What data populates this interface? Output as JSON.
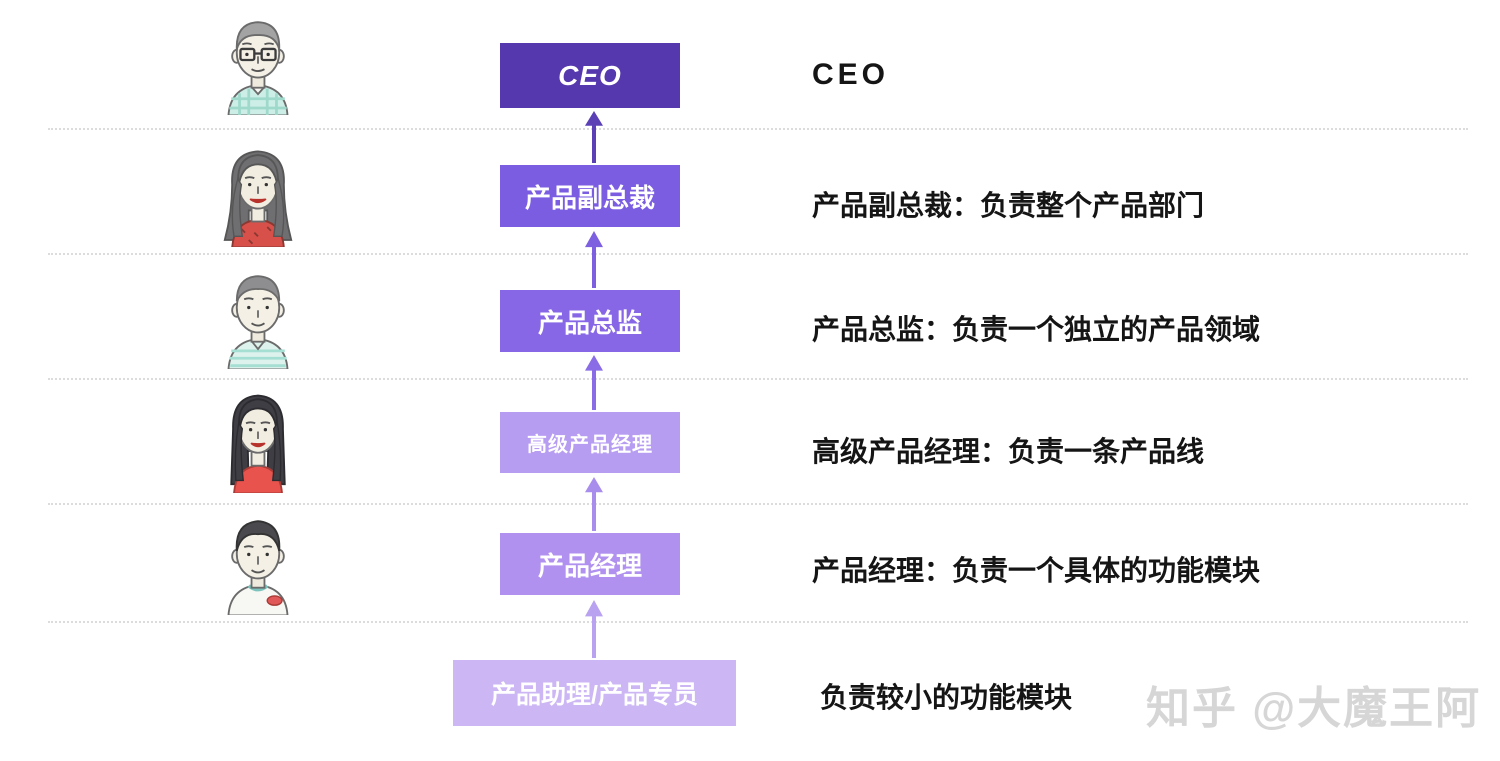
{
  "page": {
    "background_color": "#ffffff",
    "divider_color": "#dcdcdc"
  },
  "watermark": {
    "text": "知乎 @大魔王阿",
    "color": "#d6d6d6"
  },
  "ladder": {
    "rows": [
      {
        "level": "ceo",
        "box_label": "CEO",
        "box_color": "#5538ae",
        "box_text_color": "#ffffff",
        "description": "CEO",
        "avatar": "man-gray-hair-glasses-plaid-shirt",
        "arrow_color": null
      },
      {
        "level": "vp-of-product",
        "box_label": "产品副总裁",
        "box_color": "#7b5de2",
        "box_text_color": "#ffffff",
        "description": "产品副总裁：负责整个产品部门",
        "avatar": "woman-wavy-gray-hair-red-top",
        "arrow_color": "#5b40b5"
      },
      {
        "level": "product-director",
        "box_label": "产品总监",
        "box_color": "#8767e6",
        "box_text_color": "#ffffff",
        "description": "产品总监：负责一个独立的产品领域",
        "avatar": "man-short-hair-striped-teal-shirt",
        "arrow_color": "#7d60e0"
      },
      {
        "level": "senior-product-manager",
        "box_label": "高级产品经理",
        "box_color": "#b79df2",
        "box_text_color": "#ffffff",
        "description": "高级产品经理：负责一条产品线",
        "avatar": "woman-long-straight-hair-red-top",
        "arrow_color": "#8a6ce6"
      },
      {
        "level": "product-manager",
        "box_label": "产品经理",
        "box_color": "#b191ef",
        "box_text_color": "#ffffff",
        "description": "产品经理：负责一个具体的功能模块",
        "avatar": "man-dark-hair-white-tee",
        "arrow_color": "#a98ded"
      },
      {
        "level": "product-assistant-specialist",
        "box_label": "产品助理/产品专员",
        "box_color": "#ccb6f4",
        "box_text_color": "#ffffff",
        "description": "负责较小的功能模块",
        "avatar": null,
        "arrow_color": "#b9a2f0"
      }
    ]
  }
}
